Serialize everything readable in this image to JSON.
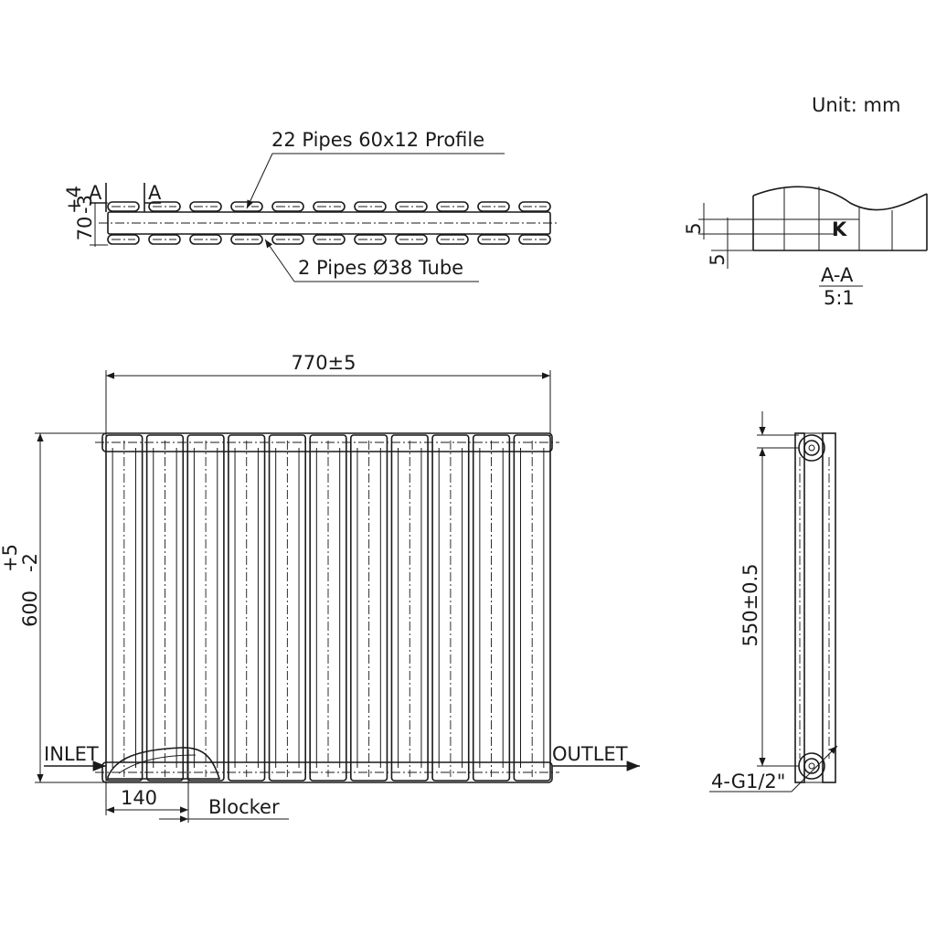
{
  "labels": {
    "unit": "Unit: mm",
    "profile": "22 Pipes 60x12 Profile",
    "tube": "2 Pipes Ø38 Tube",
    "sectionA1": "A",
    "sectionA2": "A",
    "depthMain": "70",
    "depthTolUp": "+4",
    "depthTolDown": "-3",
    "sectionName": "A-A",
    "sectionScale": "5:1",
    "dimK": "K",
    "dim5a": "5",
    "dim5b": "5",
    "width": "770±5",
    "heightMain": "600",
    "heightTolUp": "+5",
    "heightTolDown": "-2",
    "inlet": "INLET",
    "outlet": "OUTLET",
    "dim140": "140",
    "blocker": "Blocker",
    "centers": "550±0.5",
    "thread": "4-G1/2\""
  },
  "counts": {
    "front_columns": 11,
    "top_profiles_per_row": 11
  }
}
